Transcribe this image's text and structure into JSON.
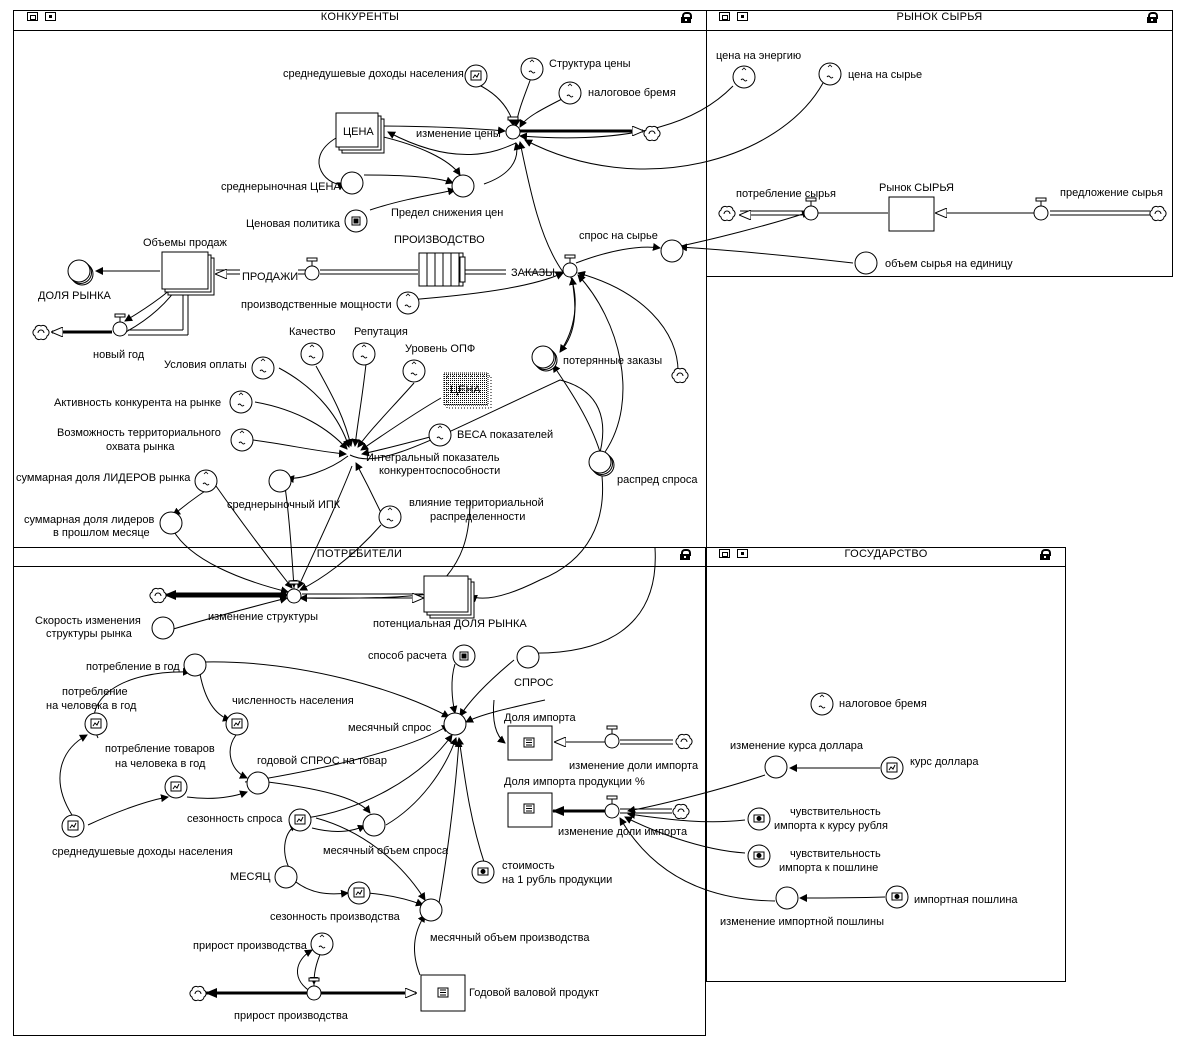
{
  "panels": {
    "konkurenty": {
      "title": "КОНКУРЕНТЫ"
    },
    "rynok": {
      "title": "РЫНОК  СЫРЬЯ"
    },
    "potrebiteli": {
      "title": "ПОТРЕБИТЕЛИ"
    },
    "gosudarstvo": {
      "title": "ГОСУДАРСТВО"
    }
  },
  "labels": {
    "income": "среднедушевые доходы населения",
    "price_structure": "Структура цены",
    "tax_burden": "налоговое бремя",
    "price_stock": "ЦЕНА",
    "price_change": "изменение цены",
    "avg_market_price": "среднерыночная ЦЕНА",
    "price_limit": "Предел снижения цен",
    "price_policy": "Ценовая политика",
    "sales_volumes": "Объемы продаж",
    "production": "ПРОИЗВОДСТВО",
    "market_share": "ДОЛЯ РЫНКА",
    "sales": "ПРОДАЖИ",
    "orders": "ЗАКАЗЫ",
    "new_year": "новый год",
    "capacity": "производственные мощности",
    "demand_raw": "спрос на сырье",
    "lost_orders": "потерянные заказы",
    "quality": "Качество",
    "reputation": "Репутация",
    "payment_terms": "Условия оплаты",
    "opf_level": "Уровень ОПФ",
    "price_ghost": "ЦЕНА",
    "competitor_activity": "Активность конкурента на рынке",
    "coverage_1": "Возможность территориального",
    "coverage_2": "охвата рынка",
    "weights": "ВЕСА показателей",
    "ipk_1": "Интегральный показатель",
    "ipk_2": "конкурентоспособности",
    "leaders_share": "суммарная доля ЛИДЕРОВ рынка",
    "avg_ipk": "среднерыночный ИПК",
    "demand_dist": "распред спроса",
    "leaders_prev_1": "суммарная доля лидеров",
    "leaders_prev_2": "в прошлом месяце",
    "territorial_1": "влияние территориальной",
    "territorial_2": "распределенности",
    "energy_price": "цена на энергию",
    "raw_price": "цена на сырье",
    "raw_consumption": "потребление сырья",
    "raw_market": "Рынок СЫРЬЯ",
    "raw_supply": "предложение сырья",
    "raw_per_unit": "объем сырья на единицу",
    "structure_speed_1": "Скорость изменения",
    "structure_speed_2": "структуры рынка",
    "structure_change": "изменение структуры",
    "potential_share": "потенциальная ДОЛЯ РЫНКА",
    "consumption_year": "потребление в год",
    "calc_method": "способ расчета",
    "demand": "СПРОС",
    "consumption_person_1": "потребление",
    "consumption_person_2": "на человека в год",
    "population": "численность населения",
    "monthly_demand": "месячный спрос",
    "goods_person_1": "потребление товаров",
    "goods_person_2": "на человека в год",
    "import_share": "Доля импорта",
    "import_share_change": "изменение доли импорта",
    "annual_demand": "годовой СПРОС на товар",
    "import_product_share": "Доля импорта продукции %",
    "seasonality_demand": "сезонность спроса",
    "import_share_change2": "изменение доли импорта",
    "monthly_demand_volume": "месячный объем спроса",
    "income2": "среднедушевые доходы населения",
    "cost_1": "стоимость",
    "cost_2": "на 1 рубль продукции",
    "month": "МЕСЯЦ",
    "seasonality_prod": "сезонность производства",
    "monthly_prod_volume": "месячный объем производства",
    "prod_growth_aux": "прирост производства",
    "gdp": "Годовой валовой продукт",
    "prod_growth_flow": "прирост производства",
    "gov_tax": "налоговое бремя",
    "dollar_change": "изменение курса доллара",
    "dollar_rate": "курс доллара",
    "sens_rub_1": "чувствительность",
    "sens_rub_2": "импорта к курсу рубля",
    "sens_duty_1": "чувствительность",
    "sens_duty_2": "импорта к пошлине",
    "duty_change": "изменение импортной пошлины",
    "import_duty": "импортная пошлина"
  }
}
